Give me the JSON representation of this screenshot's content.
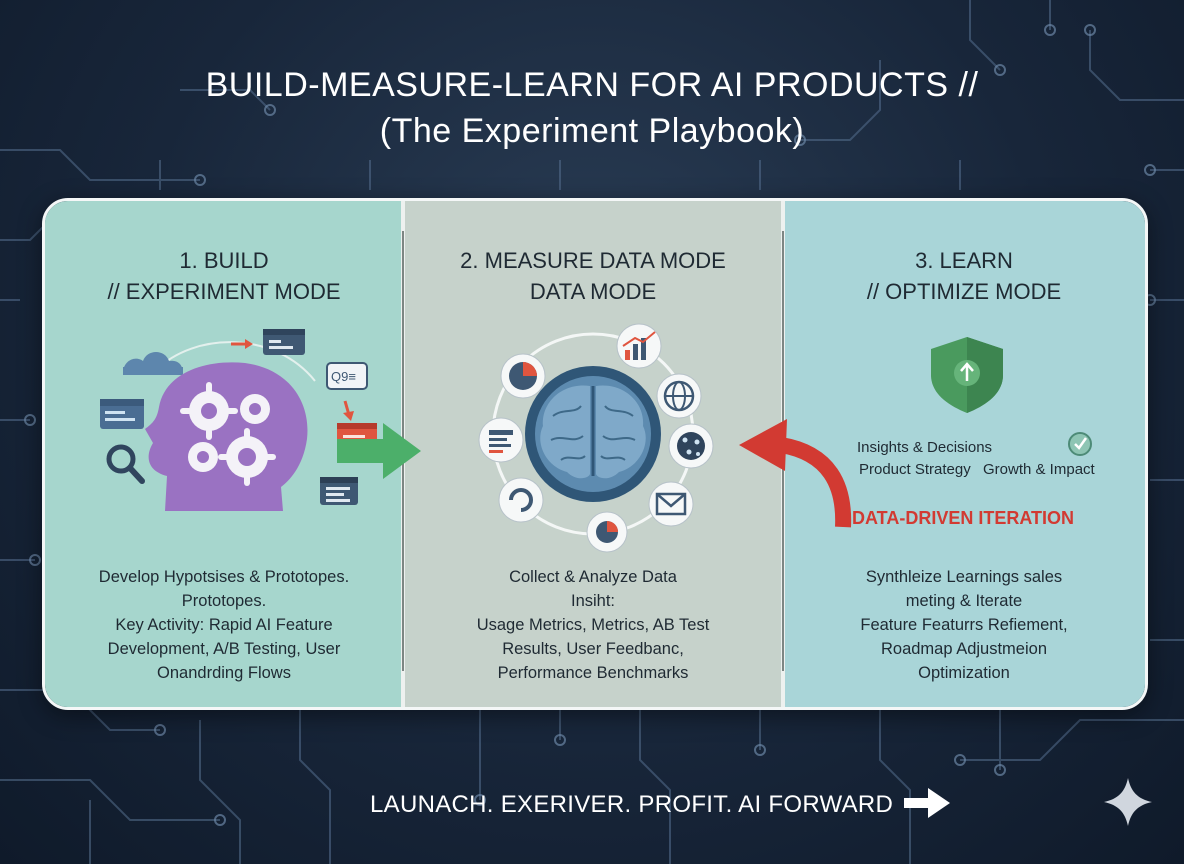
{
  "title": {
    "line1": "BUILD-MEASURE-LEARN FOR AI PRODUCTS //",
    "line2": "(The Experiment Playbook)"
  },
  "panels": {
    "build": {
      "heading1": "1. BUILD",
      "heading2": "// EXPERIMENT MODE",
      "body": [
        "Develop Hypotsises & Prototopes.",
        "Prototopes.",
        "Key Activity: Rapid AI Feature",
        "Development, A/B Testing, User",
        "Onandrding Flows"
      ]
    },
    "measure": {
      "heading1": "2. MEASURE DATA MODE",
      "heading2": "DATA MODE",
      "body": [
        "Collect & Analyze Data",
        "Insiht:",
        "Usage Metrics, Metrics, AB Test",
        "Results, User Feedbanc,",
        "Performance Benchmarks"
      ]
    },
    "learn": {
      "heading1": "3. LEARN",
      "heading2": "// OPTIMIZE MODE",
      "insights": "Insights & Decisions",
      "strategy": "Product Strategy",
      "growth": "Growth & Impact",
      "iteration": "DATA-DRIVEN ITERATION",
      "body": [
        "Synthleize Learnings sales",
        "meting & Iterate",
        "Feature Featurrs Refiement,",
        "Roadmap Adjustmeion",
        "Optimization"
      ]
    }
  },
  "tagline": "LAUNACH. EXERIVER. PROFIT. AI FORWARD",
  "icons": {
    "build": [
      "cloud-icon",
      "browser-window-icon",
      "search-icon",
      "head-gears-icon",
      "code-window-icon",
      "search-bar-icon",
      "terminal-icon",
      "list-window-icon"
    ],
    "measure": [
      "brain-icon",
      "bar-chart-icon",
      "pie-chart-icon",
      "globe-icon",
      "document-icon",
      "network-icon",
      "cycle-icon",
      "pie-badge-icon",
      "envelope-icon"
    ],
    "learn": [
      "shield-arrow-icon",
      "checkmark-icon"
    ]
  },
  "colors": {
    "build_panel": "#a6d6cd",
    "measure_panel": "#c6d2cb",
    "learn_panel": "#a9d5d8",
    "accent_red": "#d23a32",
    "accent_green": "#4caf6a",
    "gear_purple": "#9a72c2"
  }
}
